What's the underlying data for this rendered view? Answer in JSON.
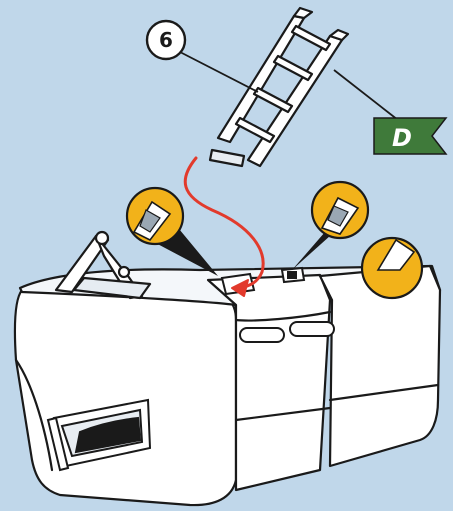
{
  "diagram": {
    "part_number": "6",
    "flag_letter": "D",
    "colors": {
      "background": "#c0d7ea",
      "flag": "#3f7a3a",
      "insert_arrow": "#e23a2c",
      "detail_fill": "#f2b21a",
      "line": "#1a1a1a",
      "body": "#ffffff"
    },
    "icons": [
      "ladder-part",
      "pointer-flag",
      "insert-arrow",
      "magnifier-callout"
    ]
  }
}
